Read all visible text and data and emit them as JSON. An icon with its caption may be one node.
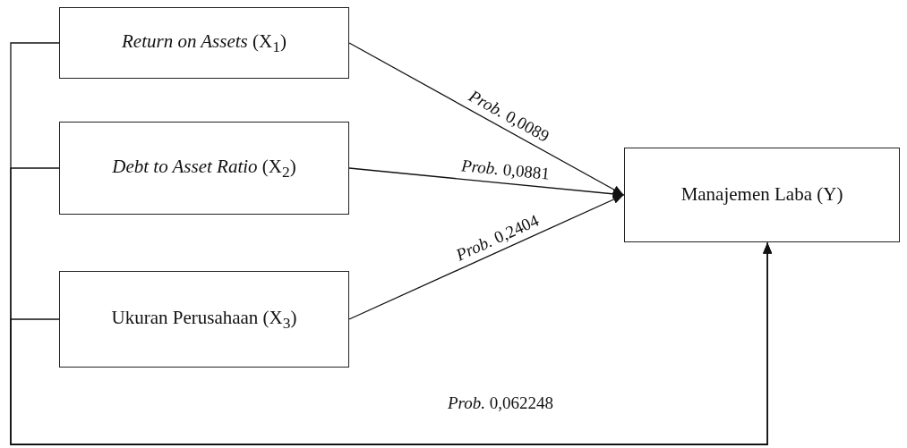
{
  "diagram": {
    "nodes": [
      {
        "text": [
          "*Return on Assets* (X$_{1}$)"
        ]
      },
      {
        "text": [
          "*Debt to Asset Ratio* (X$_{2}$)"
        ]
      },
      {
        "text": [
          "Ukuran Perusahaan (X$_{3}$)"
        ]
      },
      {
        "text": [
          "Manajemen Laba (Y)"
        ]
      }
    ],
    "edges": [
      {
        "from": 0,
        "to": 3,
        "arrow": "to",
        "label": "*Prob.* 0,0089"
      },
      {
        "from": 1,
        "to": 3,
        "arrow": "to",
        "label": "*Prob.* 0,0881"
      },
      {
        "from": 2,
        "to": 3,
        "arrow": "to",
        "label": "*Prob.* 0,2404"
      },
      {
        "from": 0,
        "to": 3,
        "arrow": "to"
      },
      {
        "from": 1,
        "to": 3,
        "arrow": "to"
      },
      {
        "from": 2,
        "to": 3,
        "arrow": "to"
      }
    ],
    "labels": [
      "*Prob.* 0,062248"
    ]
  }
}
